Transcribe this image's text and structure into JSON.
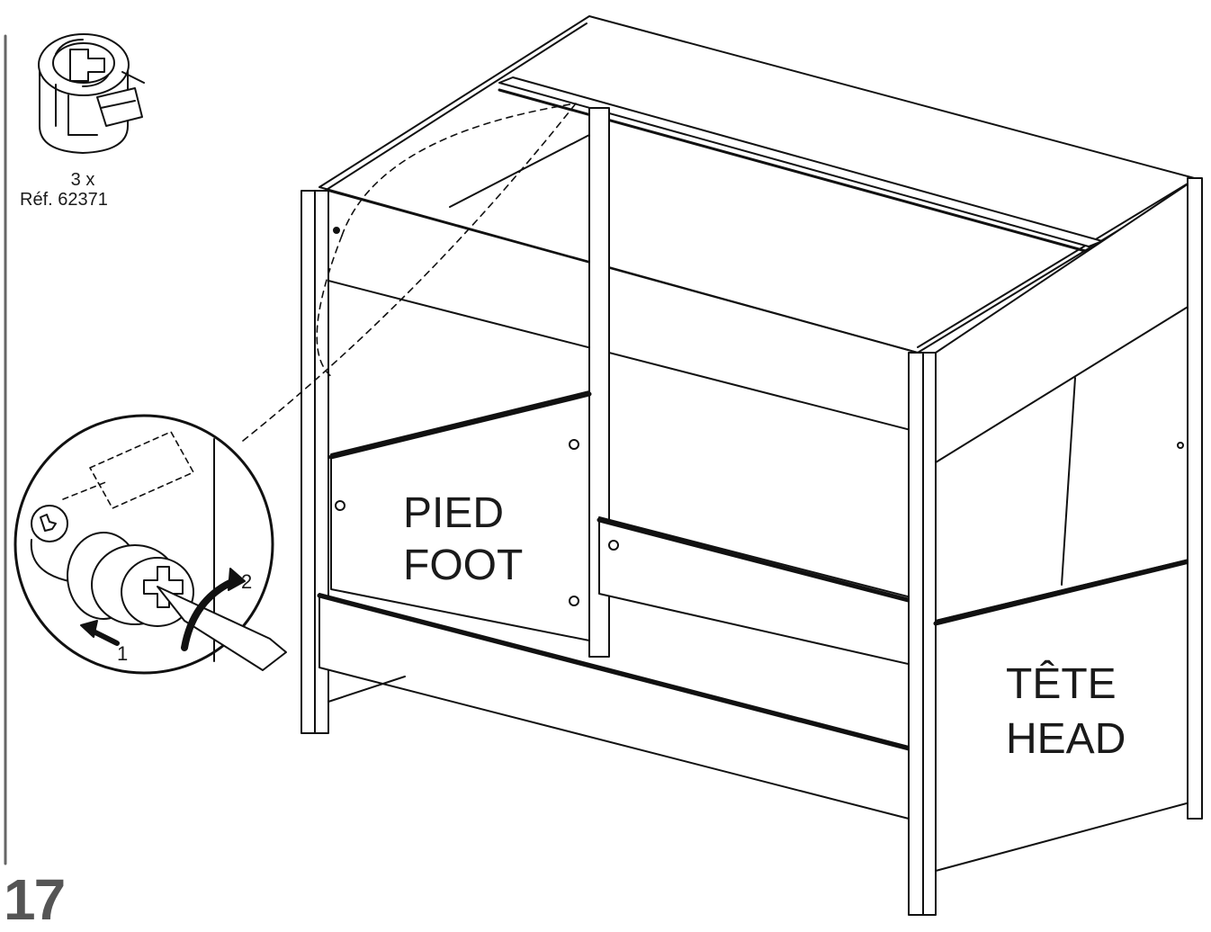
{
  "step_number": "17",
  "part": {
    "quantity": "3 x",
    "reference": "Réf. 62371",
    "icon": "cam-lock-fitting-icon"
  },
  "labels": {
    "foot_fr": "PIED",
    "foot_en": "FOOT",
    "head_fr": "TÊTE",
    "head_en": "HEAD"
  },
  "detail": {
    "step_one": "1",
    "step_two": "2",
    "icon": "screwdriver-tighten-icon"
  }
}
